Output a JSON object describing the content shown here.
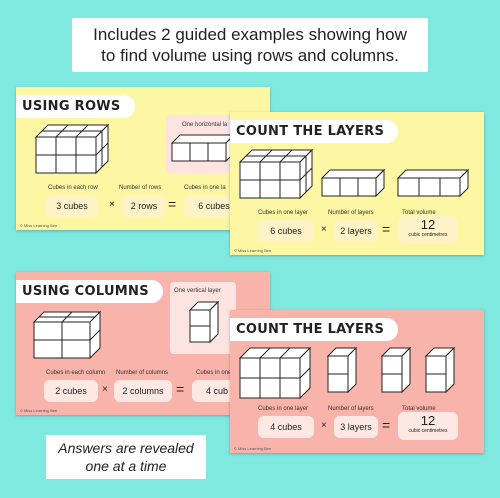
{
  "header": {
    "line1": "Includes 2 guided examples showing how",
    "line2": "to find volume using rows and columns."
  },
  "footer": {
    "line1": "Answers are revealed",
    "line2": "one at a time"
  },
  "slide_rows": {
    "banner": "USING ROWS",
    "callout": "One horizontal la",
    "labels": [
      "Cubes in each row",
      "Number of rows",
      "Cubes in one la"
    ],
    "values": [
      "3 cubes",
      "2 rows",
      "6 cubes"
    ],
    "times": "×",
    "equals": "=",
    "credit": "© Miss Learning Bee"
  },
  "slide_layers_1": {
    "banner": "COUNT THE LAYERS",
    "labels": [
      "Cubes in one layer",
      "Number of layers",
      "Total volume"
    ],
    "values": [
      "6 cubes",
      "2 layers"
    ],
    "total": "12",
    "unit": "cubic centimetres",
    "times": "×",
    "equals": "=",
    "credit": "© Miss Learning Bee"
  },
  "slide_columns": {
    "banner": "USING COLUMNS",
    "callout": "One vertical layer",
    "labels": [
      "Cubes in each column",
      "Number of columns",
      "Cubes in one"
    ],
    "values": [
      "2 cubes",
      "2 columns",
      "4 cub"
    ],
    "times": "×",
    "equals": "=",
    "credit": "© Miss Learning Bee"
  },
  "slide_layers_2": {
    "banner": "COUNT THE LAYERS",
    "labels": [
      "Cubes in one layer",
      "Number of layers",
      "Total volume"
    ],
    "values": [
      "4 cubes",
      "3 layers"
    ],
    "total": "12",
    "unit": "cubic centimetres",
    "times": "×",
    "equals": "=",
    "credit": "© Miss Learning Bee"
  }
}
